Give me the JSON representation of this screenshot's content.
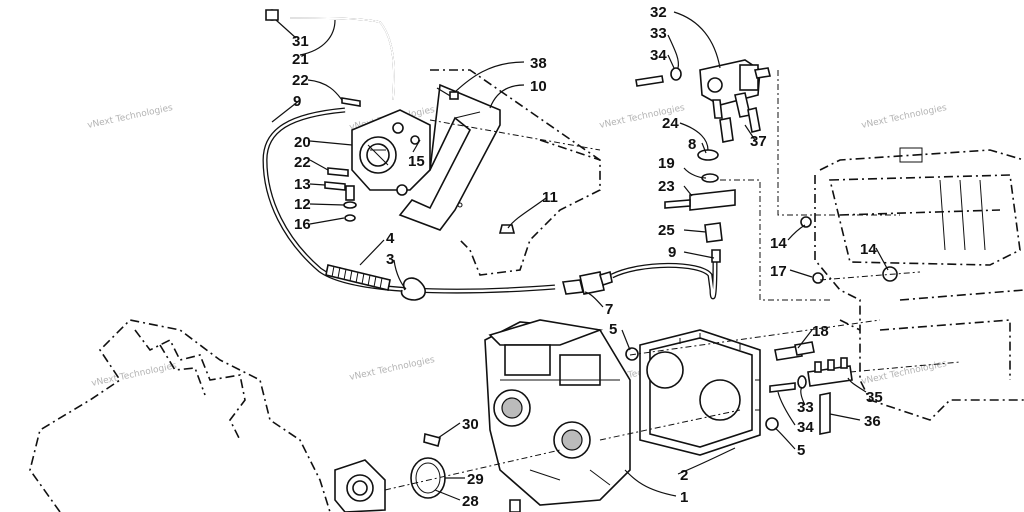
{
  "diagram": {
    "watermark_text": "vNext Technologies",
    "callouts": {
      "c31": "31",
      "c21": "21",
      "c22a": "22",
      "c9a": "9",
      "c20": "20",
      "c22b": "22",
      "c13": "13",
      "c12": "12",
      "c16": "16",
      "c15": "15",
      "c38": "38",
      "c10": "10",
      "c11": "11",
      "c4": "4",
      "c3": "3",
      "c7": "7",
      "c5a": "5",
      "c32": "32",
      "c33a": "33",
      "c34a": "34",
      "c24": "24",
      "c8": "8",
      "c19": "19",
      "c23": "23",
      "c25": "25",
      "c9b": "9",
      "c37": "37",
      "c14a": "14",
      "c14b": "14",
      "c17": "17",
      "c18": "18",
      "c35": "35",
      "c33b": "33",
      "c34b": "34",
      "c36": "36",
      "c5b": "5",
      "c2": "2",
      "c1": "1",
      "c30": "30",
      "c29": "29",
      "c28": "28"
    }
  }
}
